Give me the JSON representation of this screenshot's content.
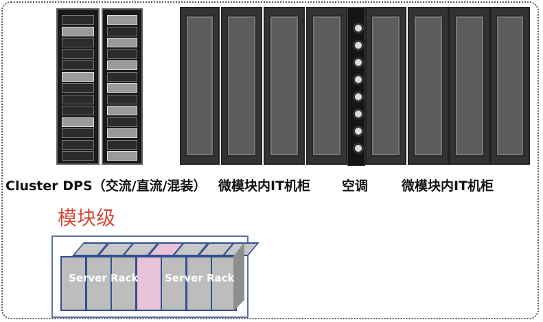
{
  "labels": {
    "cluster": "Cluster DPS（交流/直流/混装）",
    "it_cabinet_left": "微模块内IT机柜",
    "air_conditioner": "空调",
    "it_cabinet_right": "微模块内IT机柜"
  },
  "level_title": "模块级",
  "diagram": {
    "rack_label_left": "Server Rack",
    "rack_label_right": "Server Rack"
  },
  "colors": {
    "level_title": "#d24a3a",
    "ac_unit_highlight": "#e8c3d8",
    "frame_border": "#5a6fa8"
  }
}
